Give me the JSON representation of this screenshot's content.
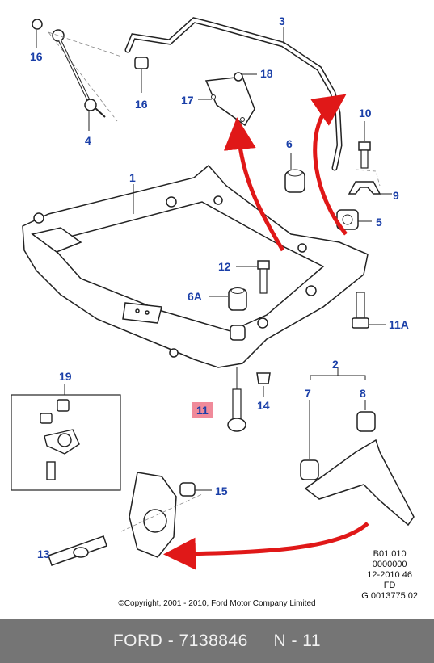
{
  "callouts": {
    "c1": "1",
    "c2": "2",
    "c3": "3",
    "c4": "4",
    "c5": "5",
    "c6": "6",
    "c6a": "6A",
    "c7": "7",
    "c8": "8",
    "c9": "9",
    "c10": "10",
    "c11": "11",
    "c11a": "11A",
    "c12": "12",
    "c13": "13",
    "c14": "14",
    "c15": "15",
    "c16a": "16",
    "c16b": "16",
    "c17": "17",
    "c18": "18",
    "c19": "19"
  },
  "reference": [
    "B01.010",
    "0000000",
    "12-2010 46",
    "FD",
    "G 0013775 02"
  ],
  "copyright": "©Copyright, 2001 - 2010, Ford Motor Company Limited",
  "footer": {
    "brand": "FORD",
    "sep": " - ",
    "part_number": "7138846",
    "gap": "     ",
    "page": "N - 11"
  },
  "colors": {
    "callout": "#1a3fa8",
    "highlight": "#f08a9a",
    "arrow": "#e01818",
    "footer_bg": "#757575"
  },
  "highlighted_callout": "11"
}
